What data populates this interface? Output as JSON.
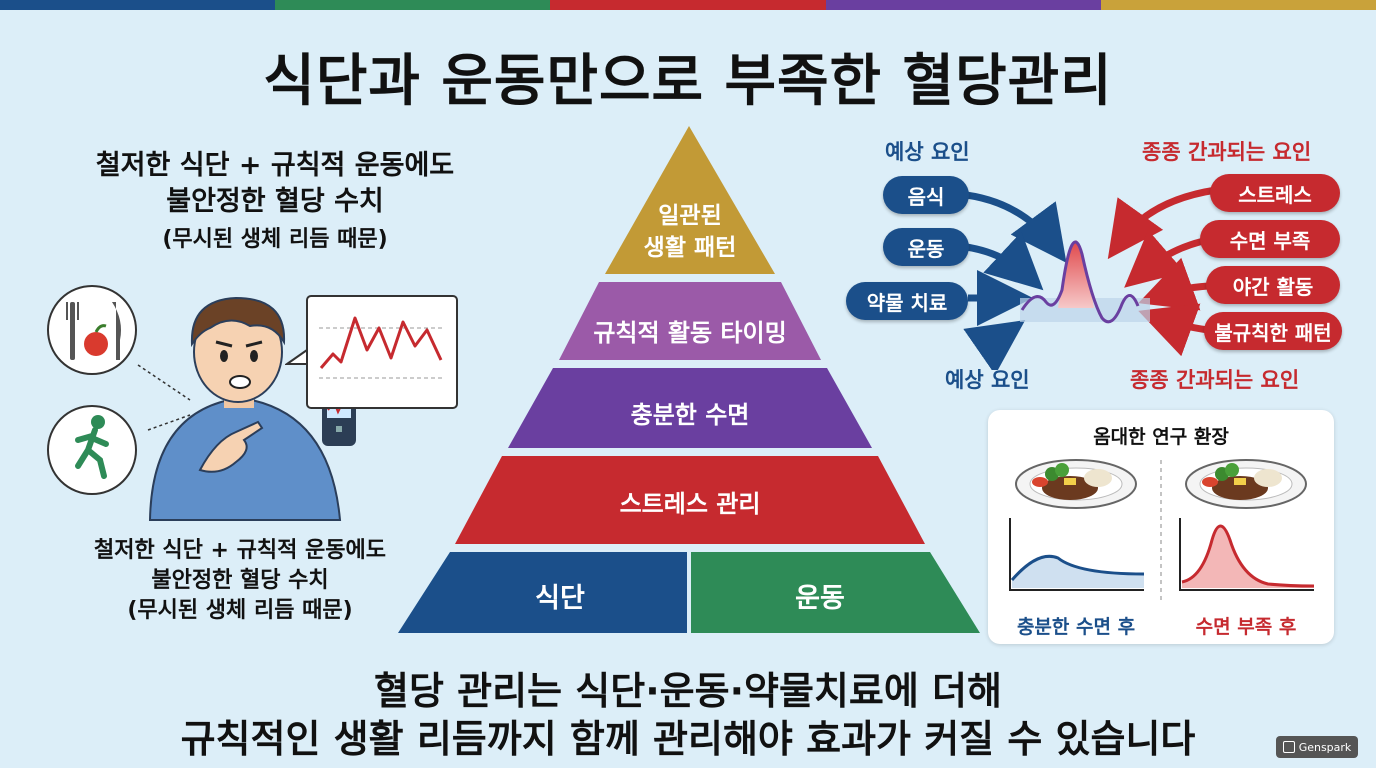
{
  "title": "식단과 운동만으로 부족한 혈당관리",
  "colors": {
    "topbar": [
      "#1b4f8a",
      "#2e8b57",
      "#c62a2f",
      "#6a3fa0",
      "#c9a23a"
    ],
    "gold": "#c29a36",
    "purple_light": "#9b5aa8",
    "purple": "#6a3fa0",
    "red": "#c62a2f",
    "blue": "#1b4f8a",
    "green": "#2e8b57"
  },
  "left": {
    "headline_1": "철저한 식단 + 규칙적 운동에도",
    "headline_2": "불안정한 혈당 수치",
    "headline_3": "(무시된 생체 리듬 때문)",
    "caption_1": "철저한 식단 + 규칙적 운동에도",
    "caption_2": "불안정한 혈당 수치",
    "caption_3": "(무시된 생체 리듬 때문)"
  },
  "pyramid": {
    "tier1_line1": "일관된",
    "tier1_line2": "생활 패턴",
    "tier2": "규칙적 활동 타이밍",
    "tier3": "충분한 수면",
    "tier4": "스트레스 관리",
    "base_left": "식단",
    "base_right": "운동"
  },
  "factors": {
    "expected_title": "예상 요인",
    "overlooked_title": "종종 간과되는 요인",
    "expected_items": [
      "음식",
      "운동",
      "약물 치료"
    ],
    "overlooked_items": [
      "스트레스",
      "수면 부족",
      "야간 활동",
      "불규칙한 패턴"
    ],
    "expected_bottom": "예상 요인",
    "overlooked_bottom": "종종 간과되는 요인"
  },
  "study": {
    "title": "옴대한 연구 환장",
    "left_label": "충분한 수면 후",
    "right_label": "수면 부족 후"
  },
  "conclusion": {
    "line1": "혈당 관리는 식단·운동·약물치료에 더해",
    "line2": "규칙적인 생활 리듬까지 함께 관리해야 효과가 커질 수 있습니다"
  },
  "badge": "Genspark"
}
